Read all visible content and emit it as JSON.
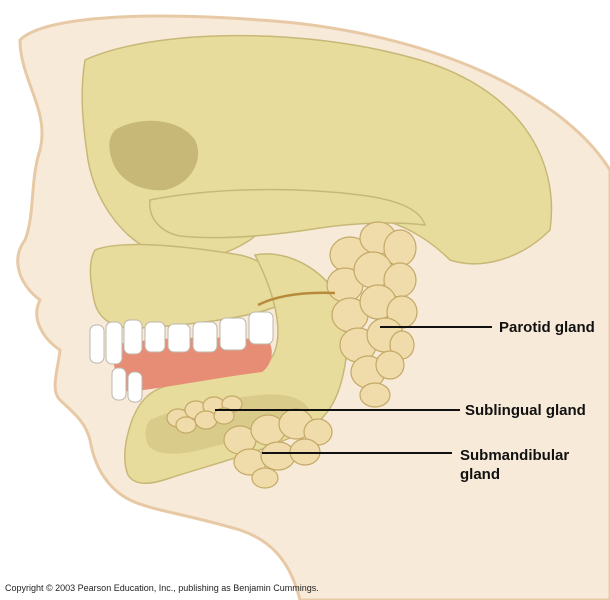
{
  "labels": {
    "parotid": "Parotid gland",
    "sublingual": "Sublingual gland",
    "submandibular_line1": "Submandibular",
    "submandibular_line2": "gland"
  },
  "copyright": "Copyright © 2003 Pearson Education, Inc., publishing as Benjamin Cummings.",
  "colors": {
    "skin": "#f7ead9",
    "skin_outline": "#e8c9a6",
    "bone": "#e8dc9c",
    "bone_shadow": "#c8b877",
    "gland": "#efdcaa",
    "gland_outline": "#c4a865",
    "gums": "#e88d75",
    "teeth": "#ffffff",
    "leader_line": "#111111"
  }
}
